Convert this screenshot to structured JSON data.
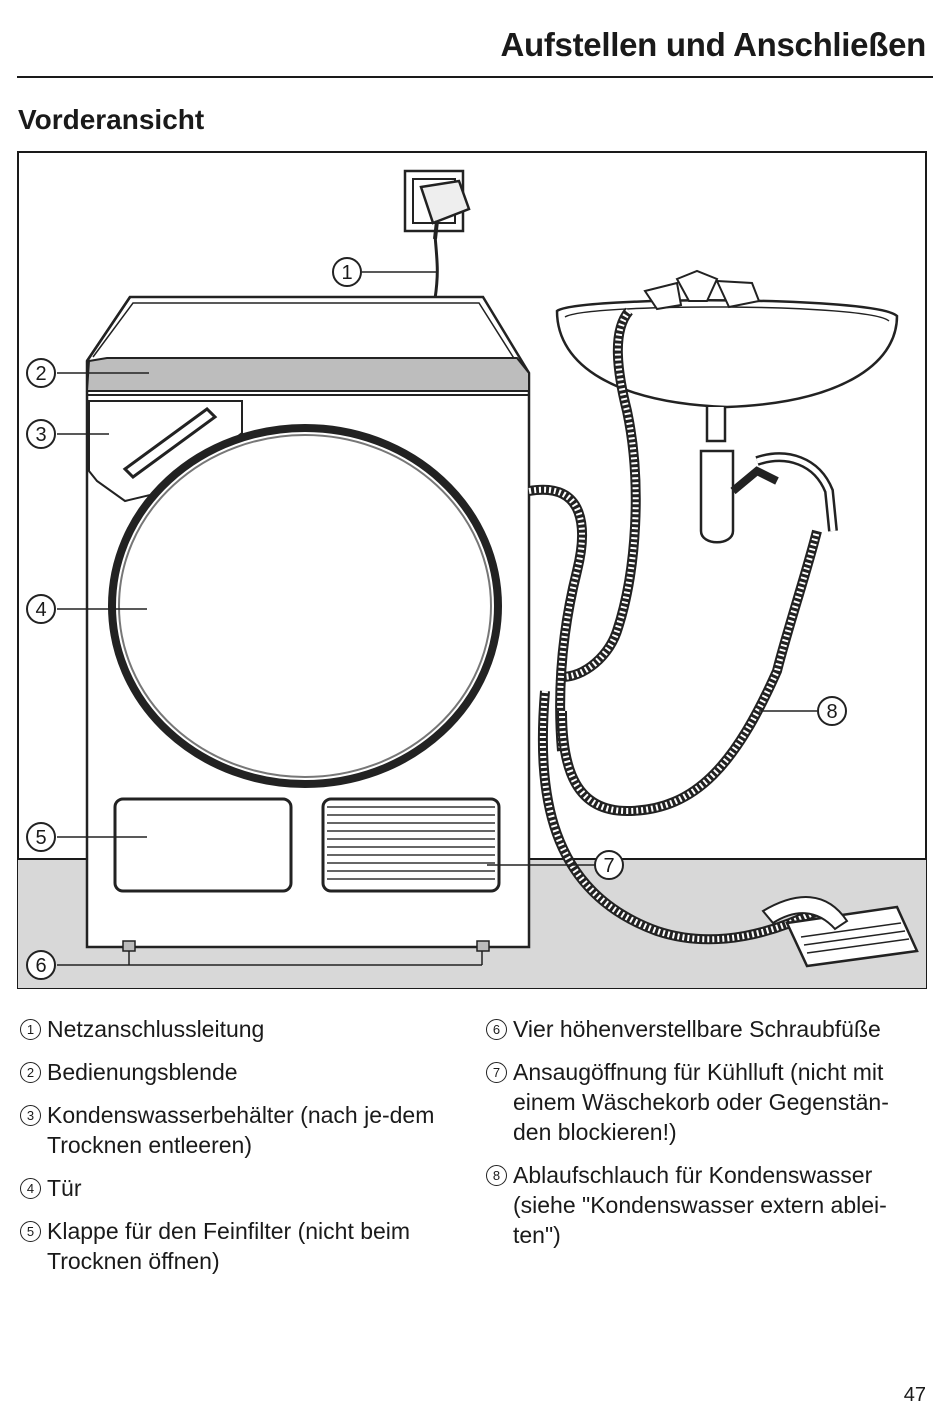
{
  "header": {
    "title": "Aufstellen und Anschließen"
  },
  "section": {
    "title": "Vorderansicht"
  },
  "figure": {
    "callouts": [
      "1",
      "2",
      "3",
      "4",
      "5",
      "6",
      "7",
      "8"
    ]
  },
  "legend": {
    "left": [
      {
        "num": "1",
        "text": "Netzanschlussleitung"
      },
      {
        "num": "2",
        "text": "Bedienungsblende"
      },
      {
        "num": "3",
        "text": "Kondenswasserbehälter (nach je-dem Trocknen entleeren)"
      },
      {
        "num": "4",
        "text": "Tür"
      },
      {
        "num": "5",
        "text": "Klappe für den Feinfilter (nicht beim Trocknen öffnen)"
      }
    ],
    "right": [
      {
        "num": "6",
        "text": "Vier höhenverstellbare Schraubfüße"
      },
      {
        "num": "7",
        "text": "Ansaugöffnung für Kühlluft (nicht mit einem Wäschekorb oder Gegenstän-den blockieren!)"
      },
      {
        "num": "8",
        "text": "Ablaufschlauch für Kondenswasser (siehe \"Kondenswasser extern ablei-ten\")"
      }
    ]
  },
  "footer": {
    "page_number": "47"
  }
}
